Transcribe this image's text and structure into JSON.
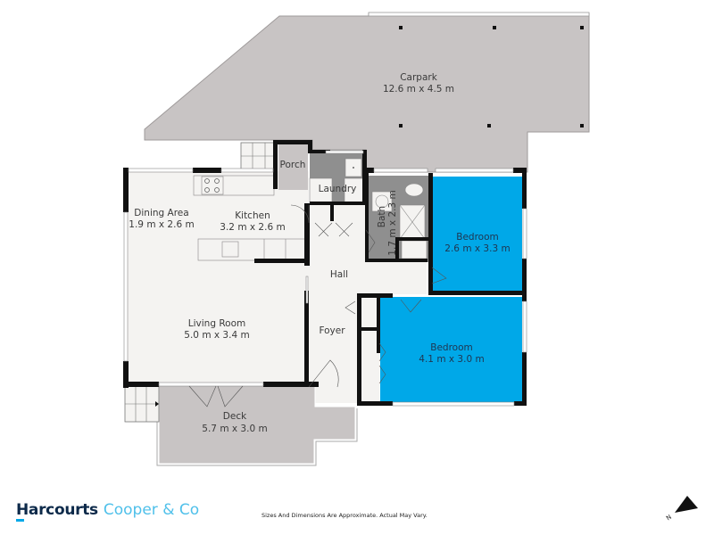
{
  "floorplan": {
    "rooms": [
      {
        "id": "carpark",
        "name": "Carpark",
        "dimensions": "12.6 m x 4.5 m"
      },
      {
        "id": "porch",
        "name": "Porch",
        "dimensions": ""
      },
      {
        "id": "laundry",
        "name": "Laundry",
        "dimensions": ""
      },
      {
        "id": "dining",
        "name": "Dining Area",
        "dimensions": "1.9 m x 2.6 m"
      },
      {
        "id": "kitchen",
        "name": "Kitchen",
        "dimensions": "3.2 m x 2.6 m"
      },
      {
        "id": "bath",
        "name": "Bath",
        "dimensions": "1.7 m x 2.3 m"
      },
      {
        "id": "bedroom1",
        "name": "Bedroom",
        "dimensions": "2.6 m x 3.3 m"
      },
      {
        "id": "hall",
        "name": "Hall",
        "dimensions": ""
      },
      {
        "id": "living",
        "name": "Living Room",
        "dimensions": "5.0 m x 3.4 m"
      },
      {
        "id": "foyer",
        "name": "Foyer",
        "dimensions": ""
      },
      {
        "id": "bedroom2",
        "name": "Bedroom",
        "dimensions": "4.1 m x 3.0 m"
      },
      {
        "id": "deck",
        "name": "Deck",
        "dimensions": "5.7 m x 3.0 m"
      }
    ],
    "colors": {
      "outdoor": "#c8c4c4",
      "indoor": "#f4f3f1",
      "wet_area": "#8f8f8f",
      "bedroom": "#00a8e8",
      "wall": "#111111"
    }
  },
  "footer": {
    "brand_main": "Harcourts",
    "brand_sub": "Cooper & Co",
    "disclaimer": "Sizes And Dimensions Are Approximate. Actual May Vary.",
    "compass_label": "N"
  }
}
